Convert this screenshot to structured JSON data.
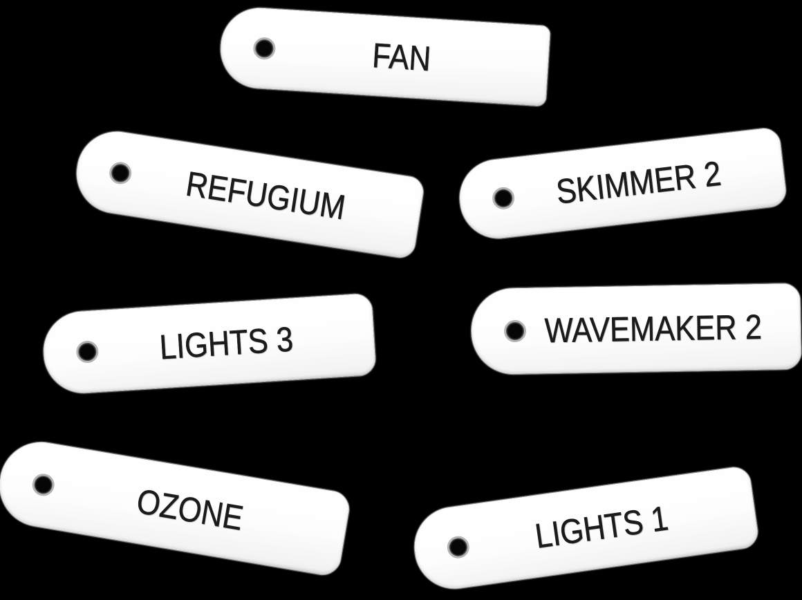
{
  "scene": {
    "type": "photo",
    "description": "Seven white engraved plastic equipment label tags, each with a round mounting hole on the left end, scattered on a black background",
    "background_color": "#000000",
    "tag_color": "#fdfdfd",
    "engraving_color": "#1b1b1b",
    "hole_icon": "round-mounting-hole"
  },
  "tags": [
    {
      "label": "FAN"
    },
    {
      "label": "REFUGIUM"
    },
    {
      "label": "SKIMMER 2"
    },
    {
      "label": "LIGHTS 3"
    },
    {
      "label": "WAVEMAKER 2"
    },
    {
      "label": "OZONE"
    },
    {
      "label": "LIGHTS 1"
    }
  ]
}
